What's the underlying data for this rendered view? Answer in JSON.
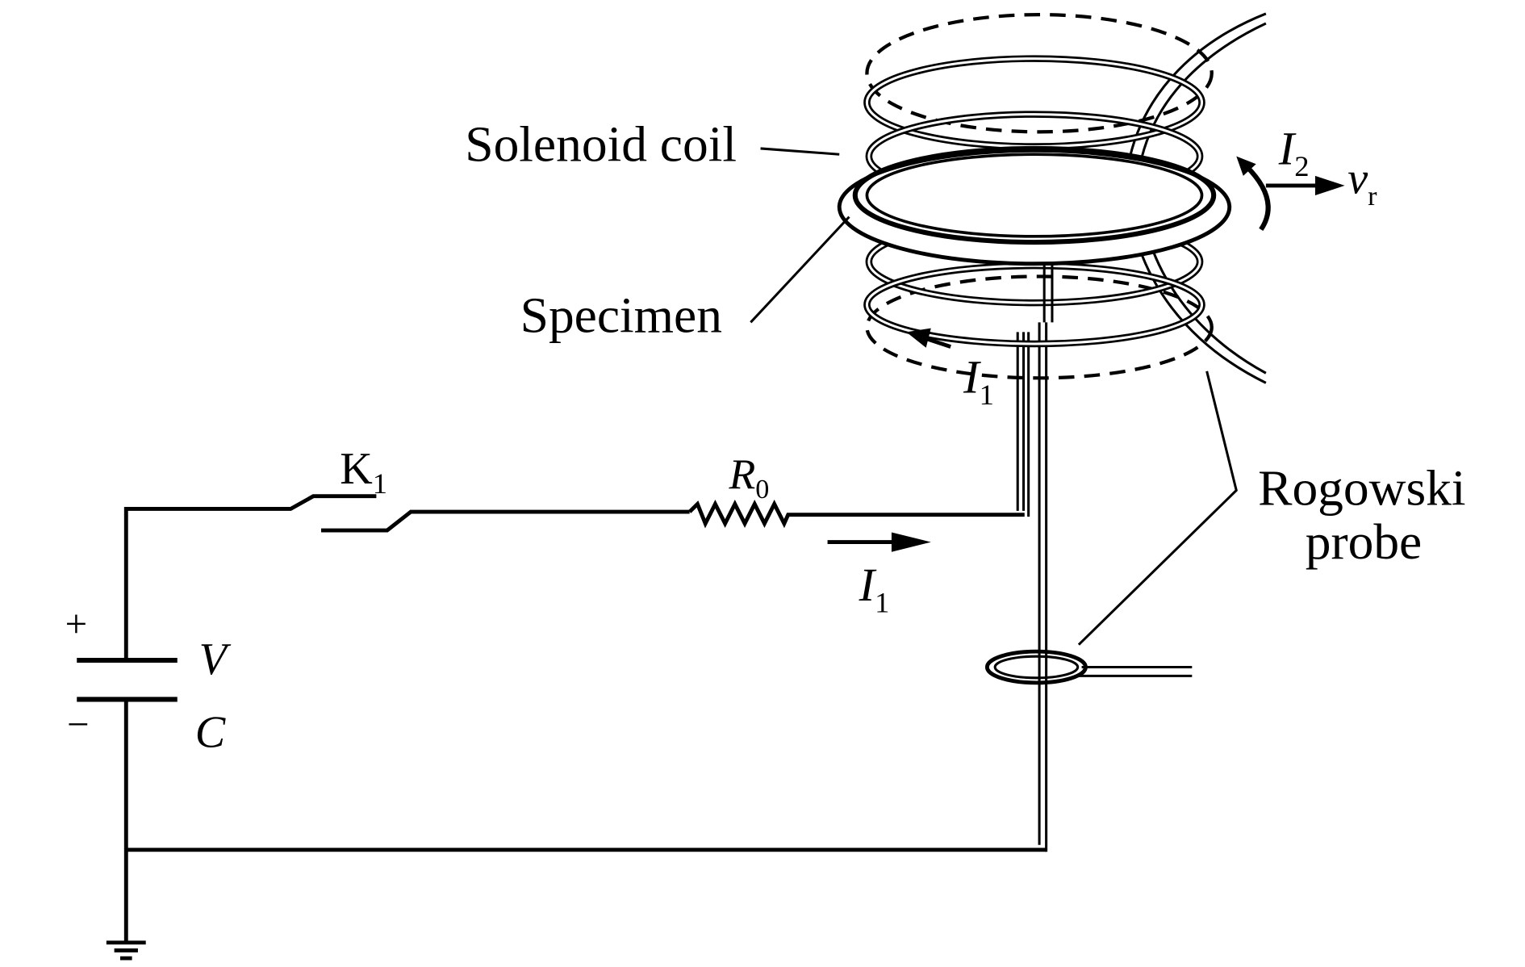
{
  "figure": {
    "labels": {
      "solenoid_coil": "Solenoid coil",
      "specimen": "Specimen",
      "rogowski_line1": "Rogowski",
      "rogowski_line2": "probe",
      "switch": "K",
      "switch_sub": "1",
      "resistor": "R",
      "resistor_sub": "0",
      "current_primary": "I",
      "current_primary_sub": "1",
      "current_coil": "I",
      "current_coil_sub": "1",
      "current_induced": "I",
      "current_induced_sub": "2",
      "velocity": "v",
      "velocity_sub": "r",
      "voltage": "V",
      "capacitor": "C",
      "plus": "+",
      "minus": "−"
    },
    "components": [
      "capacitor",
      "switch",
      "resistor",
      "solenoid-coil",
      "specimen-ring",
      "rogowski-probe",
      "ground"
    ]
  }
}
